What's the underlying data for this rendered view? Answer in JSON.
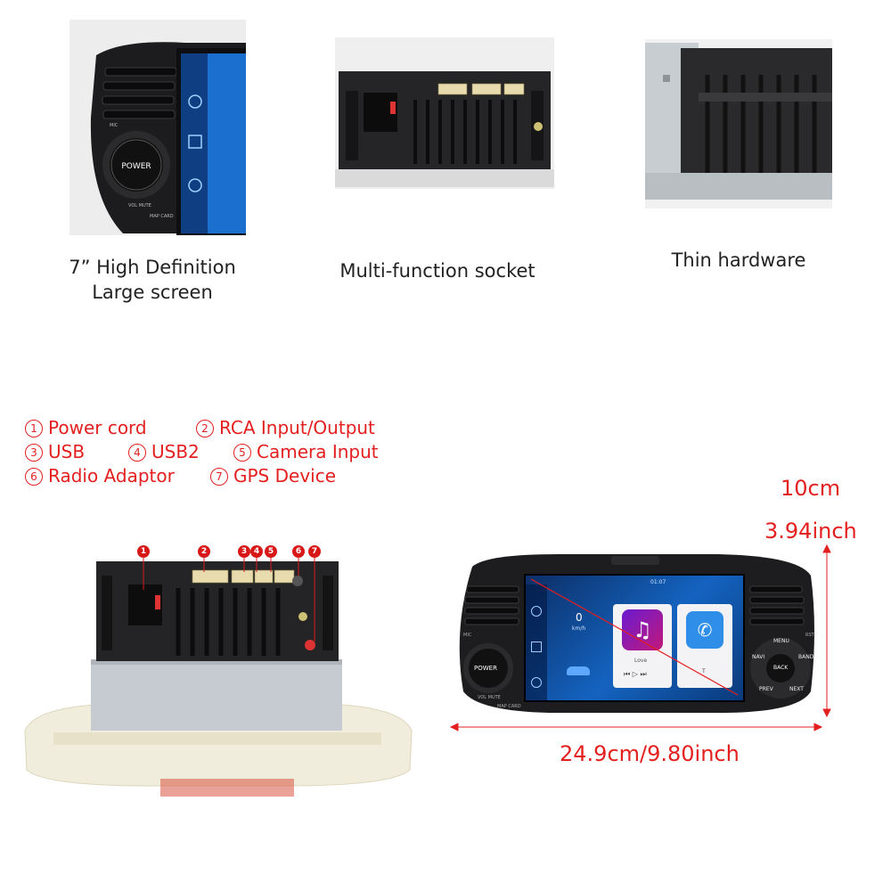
{
  "top_row": {
    "items": [
      {
        "caption_line1": "7”  High Definition",
        "caption_line2": "Large screen"
      },
      {
        "caption_line1": "Multi-function socket",
        "caption_line2": ""
      },
      {
        "caption_line1": "Thin hardware",
        "caption_line2": ""
      }
    ],
    "panel_labels": {
      "mic": "MIC",
      "power": "POWER",
      "vol_mute": "VOL MUTE",
      "map_card": "MAP CARD"
    }
  },
  "legend": {
    "items": [
      {
        "num": "1",
        "label": "Power cord"
      },
      {
        "num": "2",
        "label": "RCA Input/Output"
      },
      {
        "num": "3",
        "label": "USB"
      },
      {
        "num": "4",
        "label": "USB2"
      },
      {
        "num": "5",
        "label": "Camera Input"
      },
      {
        "num": "6",
        "label": "Radio Adaptor"
      },
      {
        "num": "7",
        "label": "GPS Device"
      }
    ]
  },
  "dimensions": {
    "height_cm": "10cm",
    "height_inch": "3.94inch",
    "width": "24.9cm/9.80inch"
  },
  "head_unit": {
    "status_time": "01:07",
    "speed_value": "0",
    "speed_unit": "km/h",
    "music_label": "Love",
    "call_label": "T",
    "power_label": "POWER",
    "mic_label": "MIC",
    "rst_label": "RST",
    "vol_mute": "VOL MUTE",
    "map_card": "MAP CARD",
    "knob": {
      "menu": "MENU",
      "band": "BAND",
      "navi": "NAVI",
      "back": "BACK",
      "prev": "PREV",
      "next": "NEXT"
    }
  },
  "markers": [
    "1",
    "2",
    "3",
    "4",
    "5",
    "6",
    "7"
  ],
  "colors": {
    "accent_red": "#e41f1f",
    "frame_black": "#1d1d1f",
    "screen_blue": "#0a3a7a"
  }
}
